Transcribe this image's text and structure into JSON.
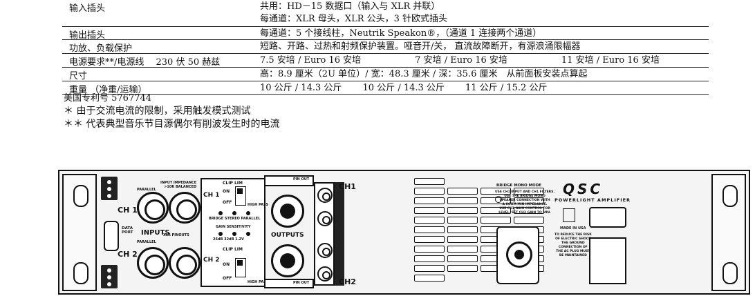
{
  "specs": [
    {
      "label": "输入插头",
      "values": [
        "共用：HD－15 数据口（输入与 XLR 并联）",
        "每通道：XLR 母头，XLR 公头，3 针欧式插头"
      ]
    },
    {
      "label": "输出插头",
      "values": [
        "每通道：5 个接线柱，Neutrik Speakon®，（通道 1 连接两个通道）"
      ]
    },
    {
      "label": "功放、负载保护",
      "values": [
        "短路、开路、过热和射频保护装置。哑音开/关， 直流故障断开，有源浪涌限幅器"
      ]
    },
    {
      "label": "电源要求**/电源线　 230 伏 50 赫兹",
      "values": [
        "7.5 安培 / Euro 16 安培　　　　　　7 安培 / Euro 16 安培　　　　　　11 安培 / Euro 16 安培"
      ]
    },
    {
      "label": "尺寸",
      "values": [
        "高：8.9 厘米（2U 单位）/ 宽：48.3 厘米 / 深：35.6 厘米　从前面板安装点算起"
      ]
    },
    {
      "label": "重量 （净重/运输）",
      "values": [
        "10 公斤 / 14.3 公斤　　 10 公斤 / 14.3 公斤　　 11 公斤 / 15.2 公斤"
      ]
    }
  ],
  "notes": {
    "patent": "美国专利号 5767744",
    "note1": "＊  由于交流电流的限制，采用触发模式测试",
    "note2": "＊＊ 代表典型音乐节目源偶尔有削波发生时的电流"
  },
  "panel": {
    "ch1": "CH 1",
    "ch2": "CH 2",
    "parallel": "PARALLEL",
    "inputs": "INPUTS",
    "data_port": "DATA\nPORT",
    "input_impedance": "INPUT IMPEDANCE\n>10K BALANCED",
    "xlr_pinouts": "XLR PINOUTS",
    "clip_lim": "CLIP LIM",
    "on": "ON",
    "off": "OFF",
    "high_pass": "HIGH PASS",
    "modes": "BRIDGE  STEREO  PARALLEL",
    "gain_sensitivity": "GAIN SENSITIVITY",
    "gain_values": "26dB  32dB  1.2V",
    "outputs": "OUTPUTS",
    "pinout": "PIN OUT",
    "ch1_label": "CH1",
    "ch2_label": "CH2",
    "bridge_mono_title": "BRIDGE MONO MODE",
    "bridge_mono_text": "USE CH1 INPUT AND CH1 FILTERS.\nUSE THE BRIDGE MONO\nSPEAKER CONNECTION WITH\nA 8OHM MIN IMPEDANCE.\nUSE CH1 GAIN CONTROL FOR\nLEVEL. SET CH2 GAIN TO MIN.",
    "brand": "QSC",
    "model": "POWERLIGHT AMPLIFIER",
    "made_in": "MADE IN USA",
    "warning": "TO REDUCE THE RISK\nOF ELECTRIC SHOCK\nTHE GROUND\nCONNECTION OF\nTHE AC PLUG MUST\nBE MAINTAINED"
  }
}
